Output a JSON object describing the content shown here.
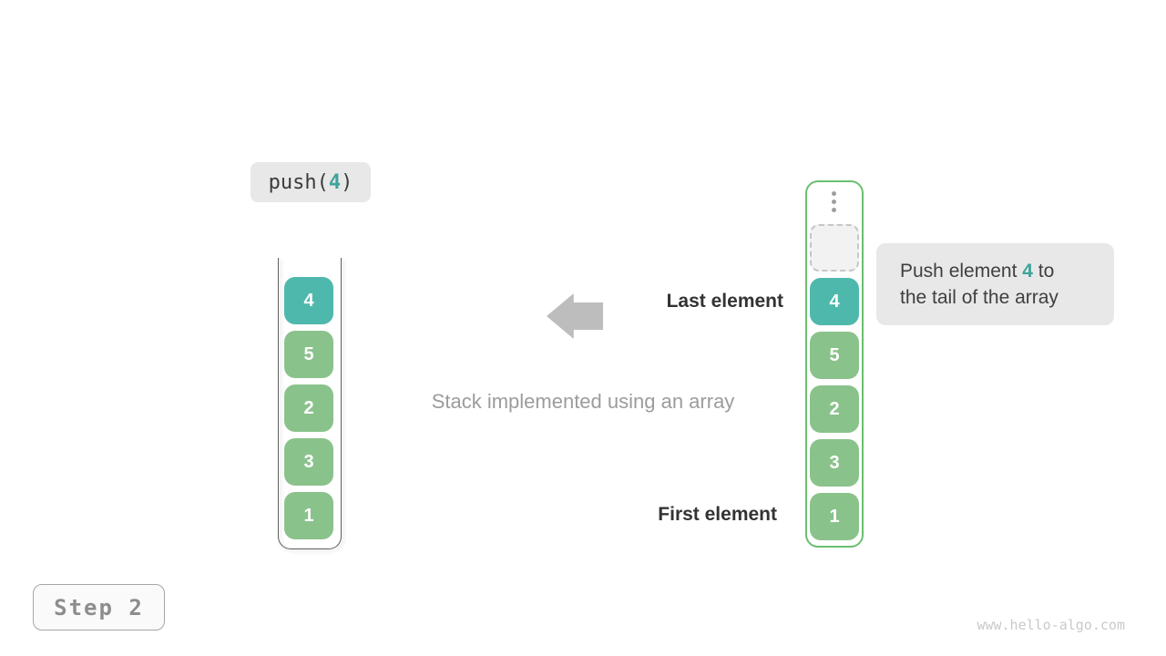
{
  "colors": {
    "accent_teal": "#3fa49a",
    "new_item_fill": "#4fb8ac",
    "old_item_fill": "#8ac28b",
    "right_container_border": "#6abf6e",
    "left_container_border": "#5f5f5f",
    "label_bg": "#e8e8e8",
    "dark_text": "#3c3c3c",
    "muted_text": "#9c9c9c",
    "arrow_gray": "#bdbdbd",
    "step_text": "#8d8d8d",
    "watermark_text": "#c9c9c9"
  },
  "operation": {
    "prefix": "push(",
    "value": "4",
    "suffix": ")"
  },
  "caption": "Stack implemented using an array",
  "labels": {
    "last_element": "Last element",
    "first_element": "First element"
  },
  "tooltip": {
    "before": "Push element ",
    "value": "4",
    "after": " to",
    "line2": "the tail of the array"
  },
  "left_stack": {
    "items": [
      {
        "value": "4",
        "state": "new"
      },
      {
        "value": "5",
        "state": "old"
      },
      {
        "value": "2",
        "state": "old"
      },
      {
        "value": "3",
        "state": "old"
      },
      {
        "value": "1",
        "state": "old"
      }
    ]
  },
  "right_stack": {
    "items": [
      {
        "value": "4",
        "state": "new"
      },
      {
        "value": "5",
        "state": "old"
      },
      {
        "value": "2",
        "state": "old"
      },
      {
        "value": "3",
        "state": "old"
      },
      {
        "value": "1",
        "state": "old"
      }
    ]
  },
  "step": {
    "label": "Step 2"
  },
  "watermark": "www.hello-algo.com"
}
